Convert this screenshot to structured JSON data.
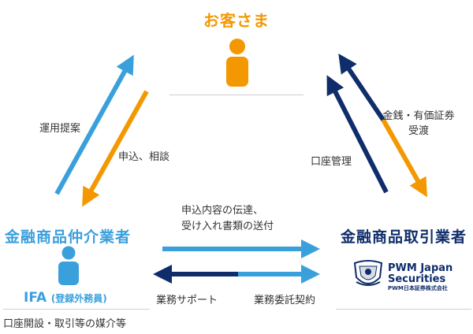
{
  "customer": {
    "title": "お客さま"
  },
  "left_flow": {
    "up_label": "運用提案",
    "down_label": "申込、相談"
  },
  "right_flow": {
    "account_label": "口座管理",
    "money_label_line1": "金銭・有価証券",
    "money_label_line2": "受渡"
  },
  "middle_flow": {
    "top_label_line1": "申込内容の伝達、",
    "top_label_line2": "受け入れ書類の送付",
    "support_label": "業務サポート",
    "contract_label": "業務委託契約"
  },
  "ifa": {
    "title": "金融商品仲介業者",
    "name_big": "IFA",
    "name_small": "(登録外務員)",
    "description": "口座開設・取引等の媒介等"
  },
  "broker": {
    "title": "金融商品取引業者",
    "logo_line1": "PWM Japan",
    "logo_line2": "Securities",
    "logo_line3": "PWM日本証券株式会社"
  },
  "colors": {
    "orange": "#f39800",
    "light_blue": "#3aa0dc",
    "navy": "#0f2d6b"
  },
  "icons": [
    "person-icon",
    "logo-crest-icon"
  ]
}
